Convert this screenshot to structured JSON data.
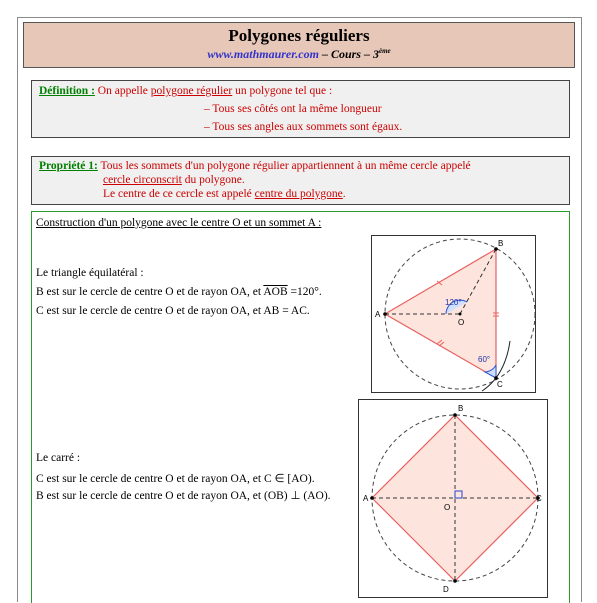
{
  "header": {
    "title": "Polygones réguliers",
    "site": "www.mathmaurer.com",
    "subtitle_rest": " – Cours – 3",
    "sup": "ème"
  },
  "definition": {
    "label": "Définition :",
    "text_a": " On appelle ",
    "term": "polygone régulier",
    "text_b": " un polygone tel que :",
    "bullet1": "– Tous ses côtés ont la même longueur",
    "bullet2": "– Tous ses angles aux sommets sont égaux."
  },
  "property": {
    "label": "Propriété 1:",
    "line1": " Tous les sommets d'un polygone régulier appartiennent à un même cercle appelé",
    "term1": "cercle circonscrit",
    "line2_rest": " du polygone.",
    "line3_a": "Le centre de ce cercle est appelé ",
    "term2": "centre du polygone",
    "line3_b": "."
  },
  "construction": {
    "heading": "Construction d'un polygone avec le centre O et un sommet A :",
    "triangle": {
      "title": "Le triangle équilatéral :",
      "line1_a": "B est sur le cercle de centre O et de rayon OA, et ",
      "angle_name": "AOB",
      "line1_b": " =120°.",
      "line2": "C est sur le cercle de centre O et de rayon OA, et AB = AC."
    },
    "square": {
      "title": "Le carré :",
      "line1": "C est sur le cercle de centre O et de rayon OA, et C ∈ [AO).",
      "line2": "B est sur le cercle de centre O et de rayon OA, et (OB) ⊥ (AO)."
    }
  },
  "figure_triangle": {
    "A": "A",
    "B": "B",
    "C": "C",
    "O": "O",
    "angle_center": "120°",
    "angle_c": "60°"
  },
  "figure_square": {
    "A": "A",
    "B": "B",
    "C": "C",
    "D": "D",
    "O": "O"
  },
  "colors": {
    "header_bg": "#e7c7b7",
    "box_bg": "#f0f0f0",
    "red_text": "#cc0000",
    "label_green": "#008000",
    "blue_text": "#1a1aaa",
    "polygon_fill": "#fde4dc",
    "polygon_stroke": "#e86060"
  }
}
